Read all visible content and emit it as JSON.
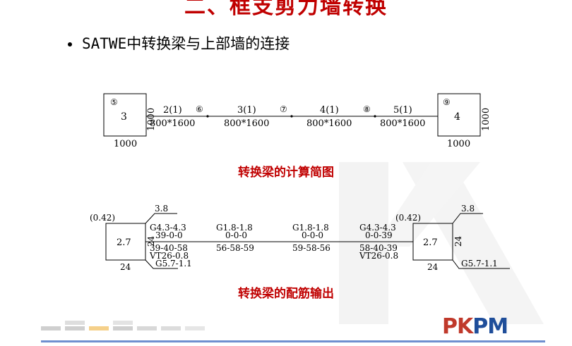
{
  "slide": {
    "title": "二、框支剪力墙转换",
    "bullet": "SATWE中转换梁与上部墙的连接"
  },
  "diagram1": {
    "columns": [
      {
        "circle": "⑤",
        "value": "3",
        "width_label": "1000",
        "height_label": "1000"
      },
      {
        "circle": "⑨",
        "value": "4",
        "width_label": "1000",
        "height_label": "1000"
      }
    ],
    "beams": [
      {
        "number": "2(1)",
        "size": "800*1600"
      },
      {
        "number": "3(1)",
        "size": "800*1600"
      },
      {
        "number": "4(1)",
        "size": "800*1600"
      },
      {
        "number": "5(1)",
        "size": "800*1600"
      }
    ],
    "nodes": [
      "⑥",
      "⑦",
      "⑧"
    ],
    "caption": "转换梁的计算简图"
  },
  "diagram2": {
    "left_column": {
      "axial_ratio": "(0.42)",
      "value": "2.7",
      "top_value": "3.8",
      "bottom_value": "24",
      "side_value": "24"
    },
    "right_column": {
      "axial_ratio": "(0.42)",
      "value": "2.7",
      "top_value": "3.8",
      "bottom_value": "24",
      "side_value": "24",
      "stirrup": "G5.7-1.1"
    },
    "left_stirrup": "G5.7-1.1",
    "beams": [
      {
        "g": "G4.3-4.3",
        "top": "39-0-0",
        "bottom": "39-40-58",
        "vt": "VT26-0.8"
      },
      {
        "g": "G1.8-1.8",
        "top": "0-0-0",
        "bottom": "56-58-59",
        "vt": ""
      },
      {
        "g": "G1.8-1.8",
        "top": "0-0-0",
        "bottom": "59-58-56",
        "vt": ""
      },
      {
        "g": "G4.3-4.3",
        "top": "0-0-39",
        "bottom": "58-40-39",
        "vt": "VT26-0.8"
      }
    ],
    "caption": "转换梁的配筋输出"
  },
  "footer": {
    "logo": {
      "part1": "PK",
      "part2": "PM"
    },
    "colors": {
      "accent": "#c00000",
      "logo_red": "#c0392b",
      "logo_blue": "#1f4e9a",
      "line": "#6f8fcf",
      "square_gray": "#c9c9c9",
      "square_yellow": "#f5d08a"
    }
  }
}
